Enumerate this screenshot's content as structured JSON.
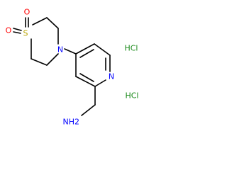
{
  "molecule": {
    "atoms": {
      "sulfur": "S",
      "oxygen_top": "O",
      "oxygen_left": "O",
      "ring_nitrogen": "N",
      "pyridine_nitrogen": "N",
      "amine": "NH2",
      "hcl_1": "HCl",
      "hcl_2": "HCl"
    },
    "colors": {
      "bond": "#000000",
      "sulfur": "#b8a300",
      "oxygen": "#ff0000",
      "nitrogen": "#0000ff",
      "chlorine": "#1a8a1a"
    }
  }
}
